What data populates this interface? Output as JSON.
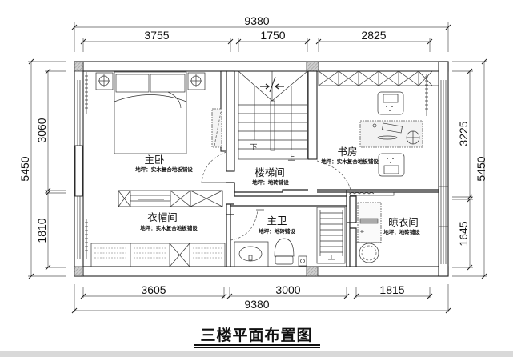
{
  "drawing": {
    "title": "三楼平面布置图",
    "line_color": "#222222",
    "background": "#ffffff"
  },
  "dimensions": {
    "top_total": "9380",
    "top_segments": [
      "3755",
      "1750",
      "2825"
    ],
    "bottom_total": "9380",
    "bottom_segments": [
      "3605",
      "3000",
      "1815"
    ],
    "left_total": "5450",
    "left_segments": [
      "3060",
      "1810"
    ],
    "right_total": "5450",
    "right_segments": [
      "3225",
      "1645"
    ]
  },
  "rooms": {
    "master_bedroom": {
      "name": "主卧",
      "floor": "地坪：实木复合地板铺设"
    },
    "stairwell": {
      "name": "楼梯间",
      "floor": "地坪：地砖铺设",
      "down": "下",
      "up": "上"
    },
    "study": {
      "name": "书房",
      "floor": "地坪：实木复合地板铺设"
    },
    "cloakroom": {
      "name": "衣帽间",
      "floor": "地坪：实木复合地板铺设"
    },
    "master_bath": {
      "name": "主卫",
      "floor": "地坪：地砖铺设"
    },
    "drying_room": {
      "name": "晾衣间",
      "floor": "地坪：地砖铺设"
    }
  }
}
